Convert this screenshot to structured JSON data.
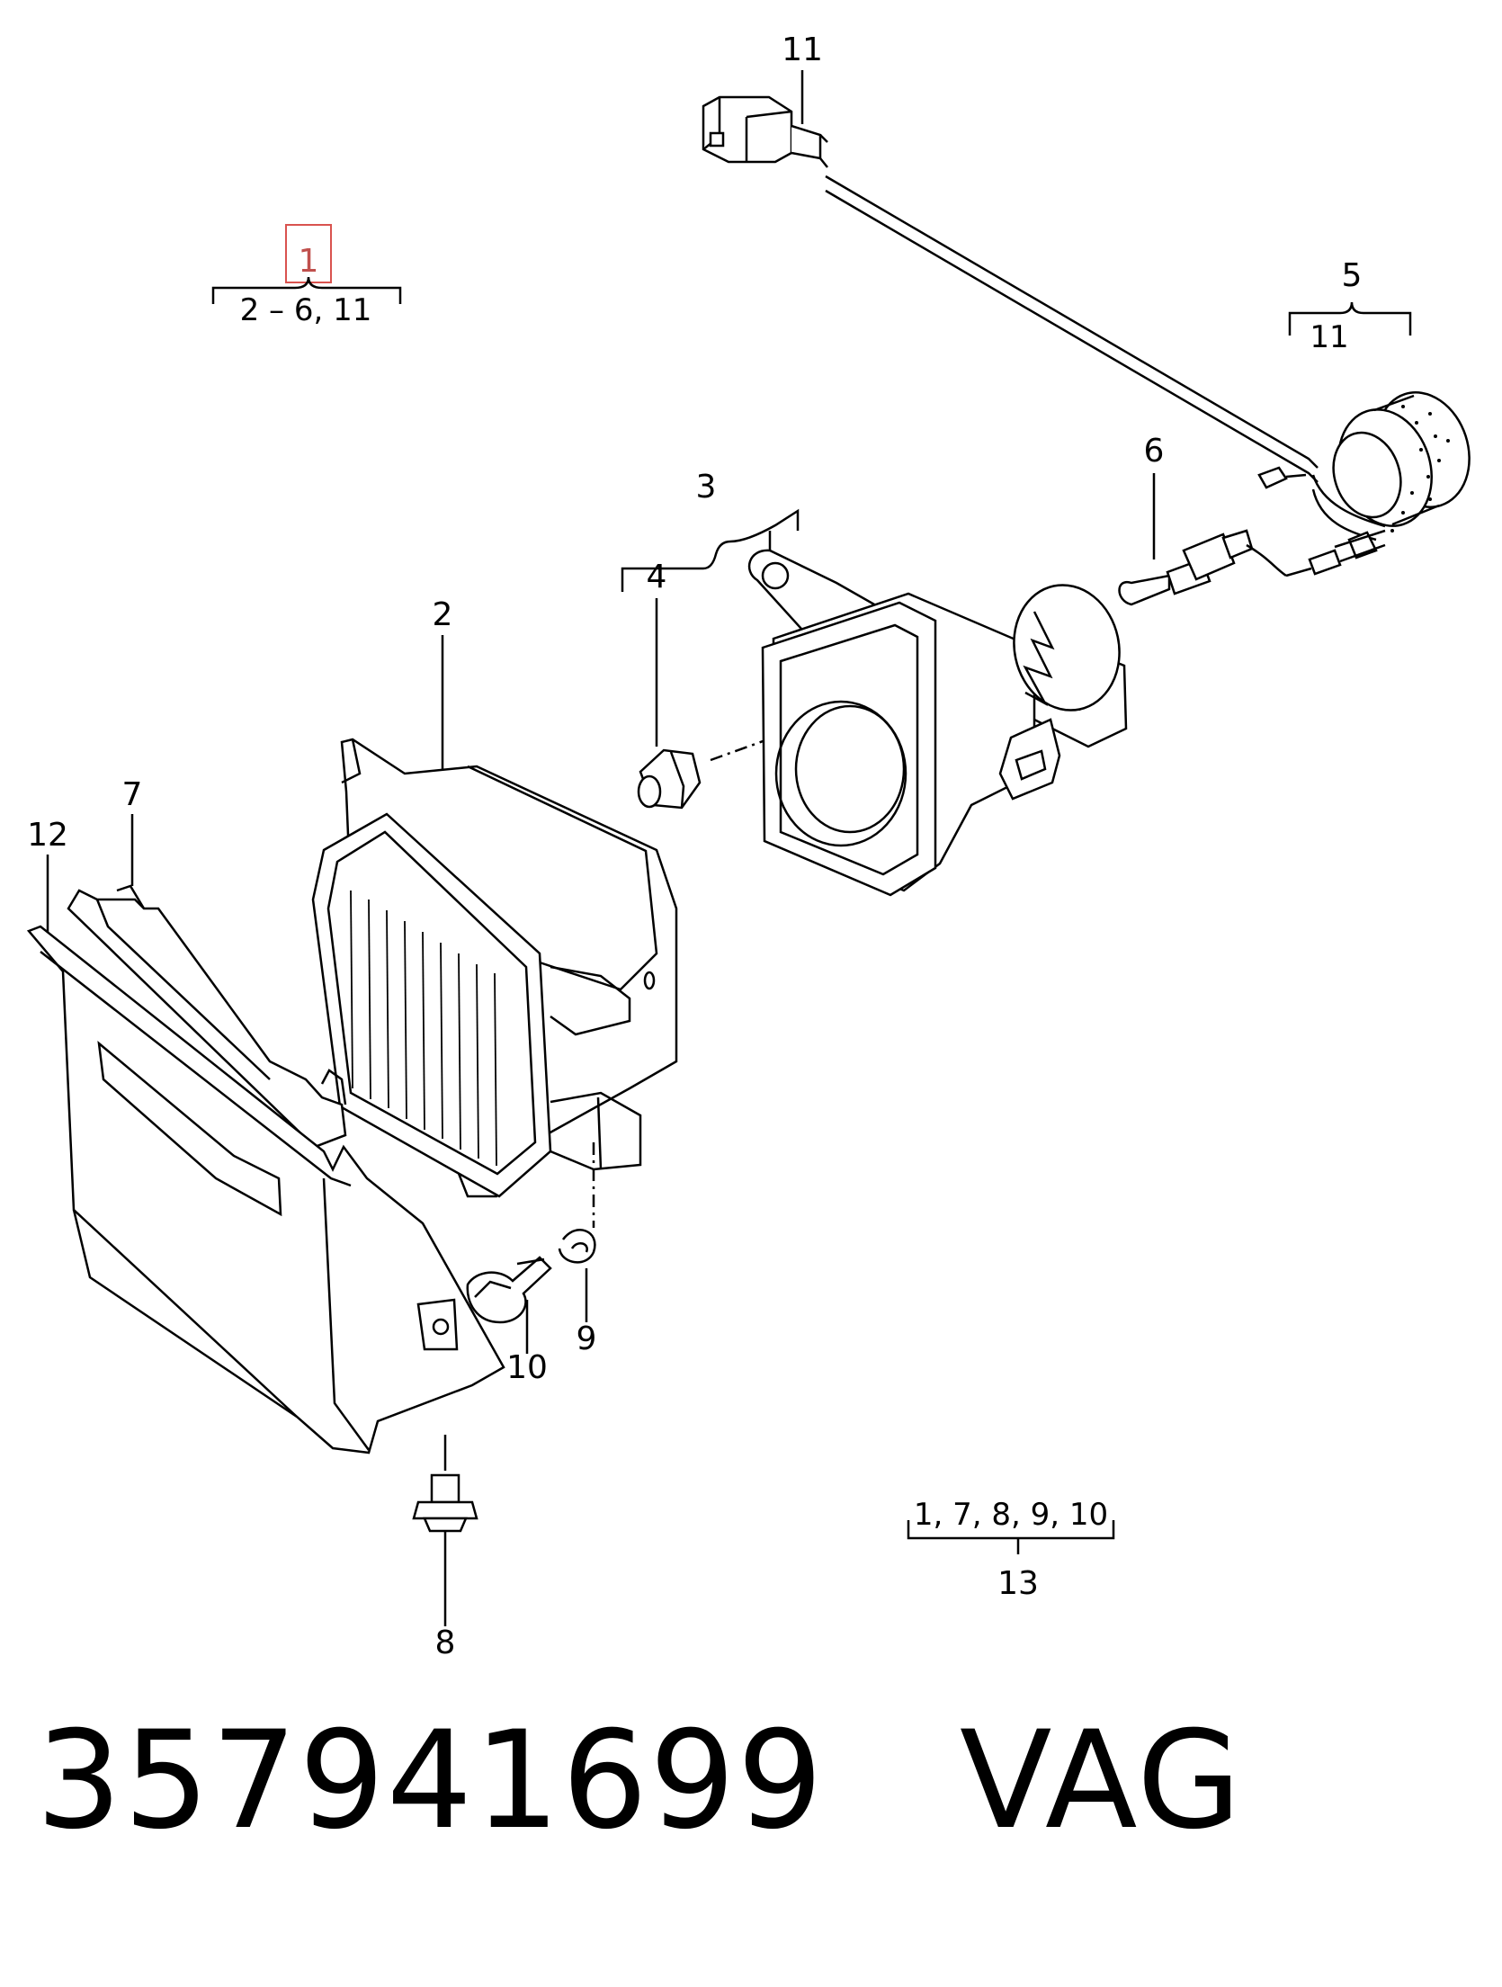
{
  "callouts": {
    "n1": "1",
    "n2": "2",
    "n3": "3",
    "n4": "4",
    "n5": "5",
    "n6": "6",
    "n7": "7",
    "n8": "8",
    "n9": "9",
    "n10": "10",
    "n11": "11",
    "n12": "12",
    "n13": "13"
  },
  "groups": {
    "g1": "2 – 6,  11",
    "g5": "11",
    "g13": "1, 7, 8, 9, 10"
  },
  "footer": {
    "part_number": "357941699",
    "brand": "VAG"
  },
  "colors": {
    "line": "#000000",
    "highlight_border": "#d9534f",
    "highlight_text": "#c0504d"
  }
}
